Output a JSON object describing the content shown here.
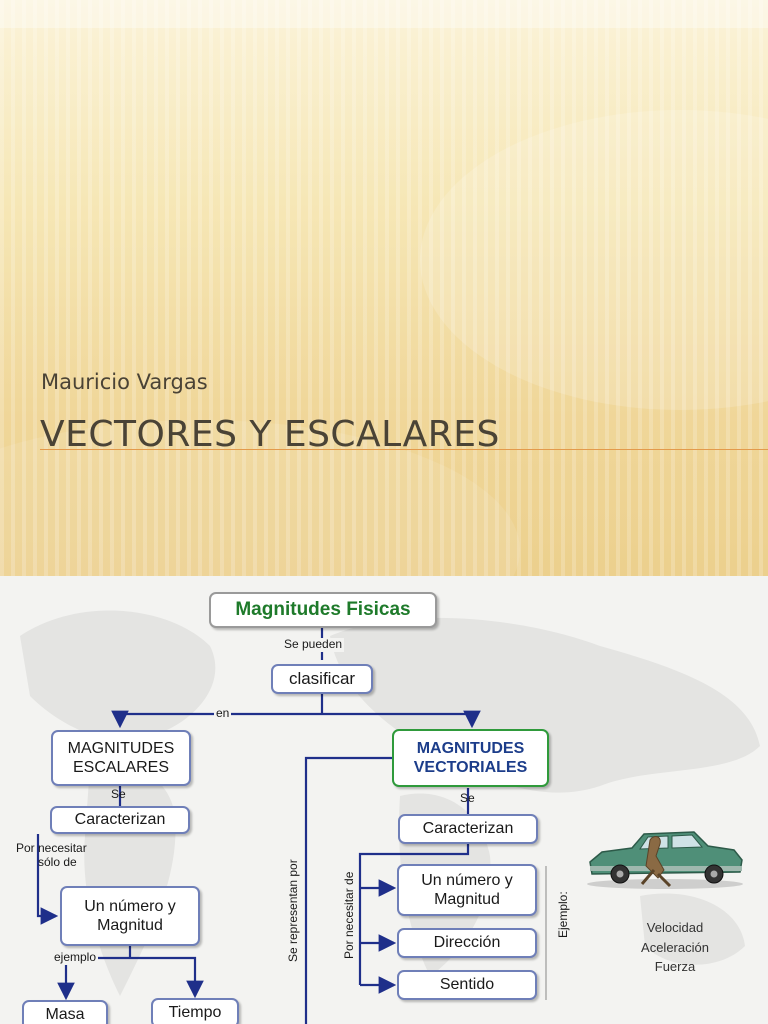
{
  "slide": {
    "subtitle": "Mauricio Vargas",
    "title": "Vectores y escalares",
    "accent_color": "#e39a4c"
  },
  "concept_map": {
    "root": "Magnitudes Fisicas",
    "link_se_pueden": "Se pueden",
    "clasificar": "clasificar",
    "link_en": "en",
    "escalares": {
      "heading_line1": "MAGNITUDES",
      "heading_line2": "ESCALARES",
      "link_se": "Se",
      "caracterizan": "Caracterizan",
      "link_por_necesitar_line1": "Por necesitar",
      "link_por_necesitar_line2": "sólo de",
      "numero_line1": "Un número y",
      "numero_line2": "Magnitud",
      "link_ejemplo": "ejemplo",
      "examples": [
        "Masa",
        "Tiempo"
      ]
    },
    "vectoriales": {
      "heading_line1": "MAGNITUDES",
      "heading_line2": "VECTORIALES",
      "link_se": "Se",
      "caracterizan": "Caracterizan",
      "link_se_representan_por": "Se representan por",
      "link_por_necesitar_de": "Por necesitar de",
      "numero_line1": "Un número y",
      "numero_line2": "Magnitud",
      "direccion": "Dirección",
      "sentido": "Sentido",
      "link_ejemplo": "Ejemplo:",
      "examples": [
        "Velocidad",
        "Aceleración",
        "Fuerza"
      ]
    },
    "colors": {
      "connector": "#1f2f8a",
      "box_border": "#6f7fb8",
      "green_border": "#2f9a3b",
      "root_text": "#1e7a2a",
      "vector_text": "#1c3d8a",
      "car_body": "#4f8f78"
    },
    "icons": [
      "car-illustration-icon"
    ]
  }
}
